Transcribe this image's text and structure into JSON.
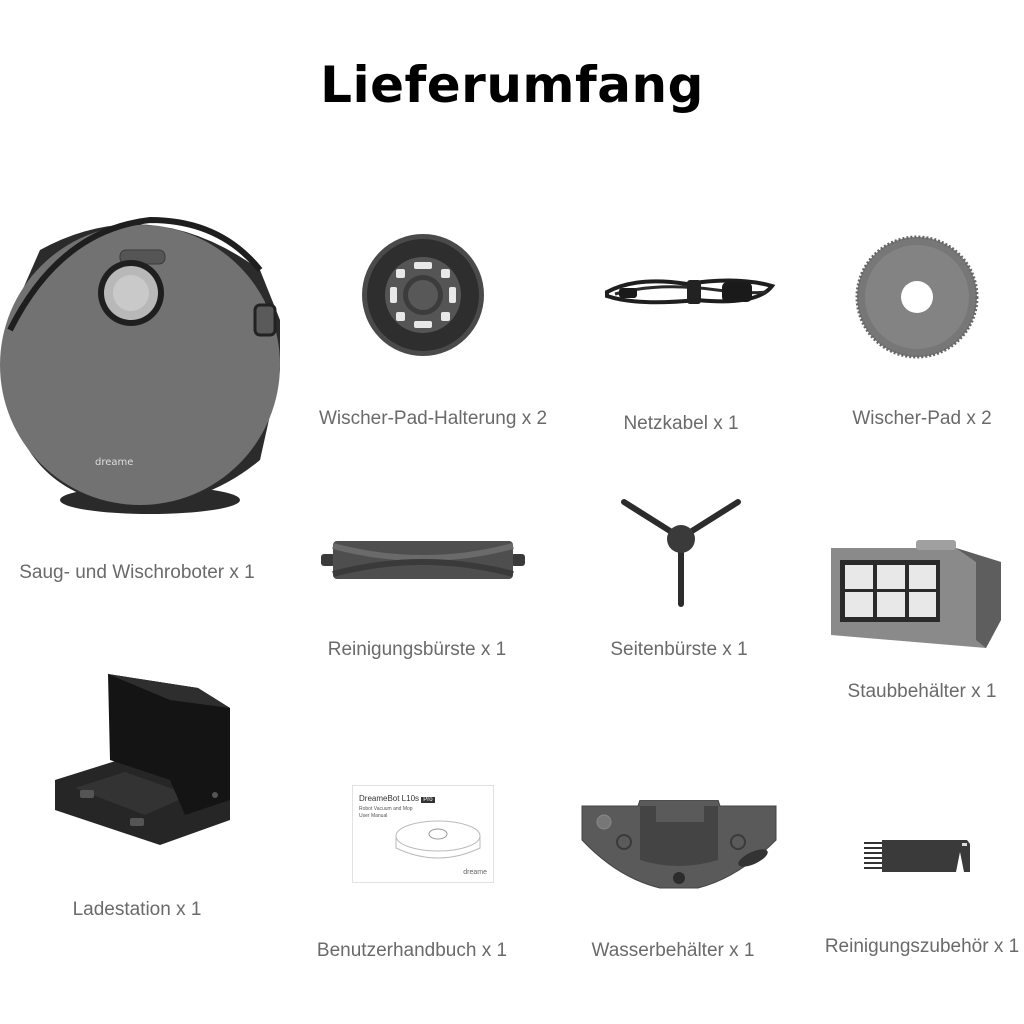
{
  "page": {
    "title": "Lieferumfang"
  },
  "items": [
    {
      "id": "robot",
      "label": "Saug- und Wischroboter x 1",
      "name": "Saug- und Wischroboter",
      "quantity": 1,
      "brand_mark": "dreame"
    },
    {
      "id": "mop-pad-holder",
      "label": "Wischer-Pad-Halterung x 2",
      "name": "Wischer-Pad-Halterung",
      "quantity": 2
    },
    {
      "id": "power-cable",
      "label": "Netzkabel x 1",
      "name": "Netzkabel",
      "quantity": 1
    },
    {
      "id": "mop-pad",
      "label": "Wischer-Pad x 2",
      "name": "Wischer-Pad",
      "quantity": 2
    },
    {
      "id": "main-brush",
      "label": "Reinigungsbürste x 1",
      "name": "Reinigungsbürste",
      "quantity": 1
    },
    {
      "id": "side-brush",
      "label": "Seitenbürste x 1",
      "name": "Seitenbürste",
      "quantity": 1
    },
    {
      "id": "dust-bin",
      "label": "Staubbehälter x 1",
      "name": "Staubbehälter",
      "quantity": 1
    },
    {
      "id": "charging-dock",
      "label": "Ladestation x 1",
      "name": "Ladestation",
      "quantity": 1
    },
    {
      "id": "user-manual",
      "label": "Benutzerhandbuch x 1",
      "name": "Benutzerhandbuch",
      "quantity": 1,
      "cover_title": "DreameBot L10s",
      "cover_badge": "Pro",
      "cover_subtitle": "Robot Vacuum and Mop",
      "cover_subtitle2": "User Manual",
      "cover_brand": "dreame"
    },
    {
      "id": "water-tank",
      "label": "Wasserbehälter x 1",
      "name": "Wasserbehälter",
      "quantity": 1
    },
    {
      "id": "cleaning-tool",
      "label": "Reinigungszubehör x 1",
      "name": "Reinigungszubehör",
      "quantity": 1
    }
  ],
  "colors": {
    "title": "#000000",
    "label": "#6a6a6a",
    "product_gray": "#6e6e6e",
    "product_dark": "#2a2a2a",
    "background": "#ffffff"
  }
}
